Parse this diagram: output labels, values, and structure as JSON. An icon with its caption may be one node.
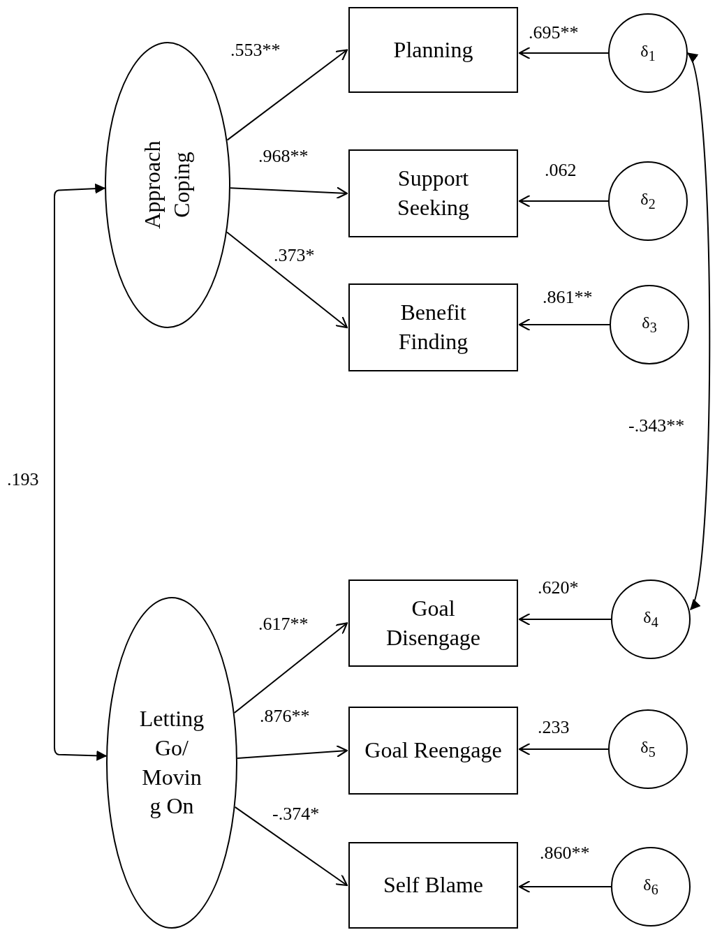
{
  "diagram": {
    "nodes": [
      {
        "text": [
          "Approach Coping"
        ]
      },
      {
        "text": [
          "Planning"
        ]
      },
      {
        "text": [
          "Support Seeking"
        ]
      },
      {
        "text": [
          "Benefit Finding"
        ]
      },
      {
        "text": [
          "δ$_{1}$"
        ]
      },
      {
        "text": [
          "δ$_{2}$"
        ]
      },
      {
        "text": [
          "δ$_{3}$"
        ]
      },
      {
        "text": [
          "Letting Go/ Movin g On"
        ]
      },
      {
        "text": [
          "Goal Disengage"
        ]
      },
      {
        "text": [
          "Goal Reengage"
        ]
      },
      {
        "text": [
          "Self Blame"
        ]
      },
      {
        "text": [
          "δ$_{4}$"
        ]
      },
      {
        "text": [
          "δ$_{5}$"
        ]
      },
      {
        "text": [
          "δ$_{6}$"
        ]
      }
    ],
    "edges": [
      {
        "from": 0,
        "to": 1,
        "arrow": "to",
        "label": ".553**"
      },
      {
        "from": 0,
        "to": 2,
        "arrow": "to",
        "label": ".968**"
      },
      {
        "from": 0,
        "to": 3,
        "arrow": "to",
        "label": ".373*"
      },
      {
        "from": 4,
        "to": 1,
        "arrow": "to",
        "label": ".695**"
      },
      {
        "from": 5,
        "to": 2,
        "arrow": "to",
        "label": ".062"
      },
      {
        "from": 6,
        "to": 3,
        "arrow": "to",
        "label": ".861**"
      },
      {
        "from": 7,
        "to": 8,
        "arrow": "to",
        "label": ".617**"
      },
      {
        "from": 7,
        "to": 9,
        "arrow": "to",
        "label": ".876**"
      },
      {
        "from": 7,
        "to": 10,
        "arrow": "to",
        "label": "-.374*"
      },
      {
        "from": 11,
        "to": 8,
        "arrow": "to",
        "label": ".620*"
      },
      {
        "from": 12,
        "to": 9,
        "arrow": "to",
        "label": ".233"
      },
      {
        "from": 13,
        "to": 10,
        "arrow": "to",
        "label": ".860**"
      },
      {
        "from": 0,
        "to": 7,
        "arrow": "both",
        "label": ".193"
      },
      {
        "from": 4,
        "to": 11,
        "arrow": "both",
        "label": "-.343**"
      }
    ]
  }
}
